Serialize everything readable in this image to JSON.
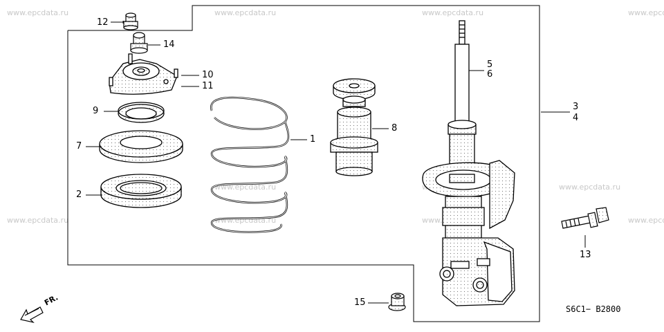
{
  "watermark_text": "www.epcdata.ru",
  "diagram_code": "S6C1− B2800",
  "direction_label": "FR.",
  "callouts": {
    "c1": "1",
    "c2": "2",
    "c3": "3",
    "c4": "4",
    "c5": "5",
    "c6": "6",
    "c7": "7",
    "c8": "8",
    "c9": "9",
    "c10": "10",
    "c11": "11",
    "c12": "12",
    "c13": "13",
    "c14": "14",
    "c15": "15"
  }
}
